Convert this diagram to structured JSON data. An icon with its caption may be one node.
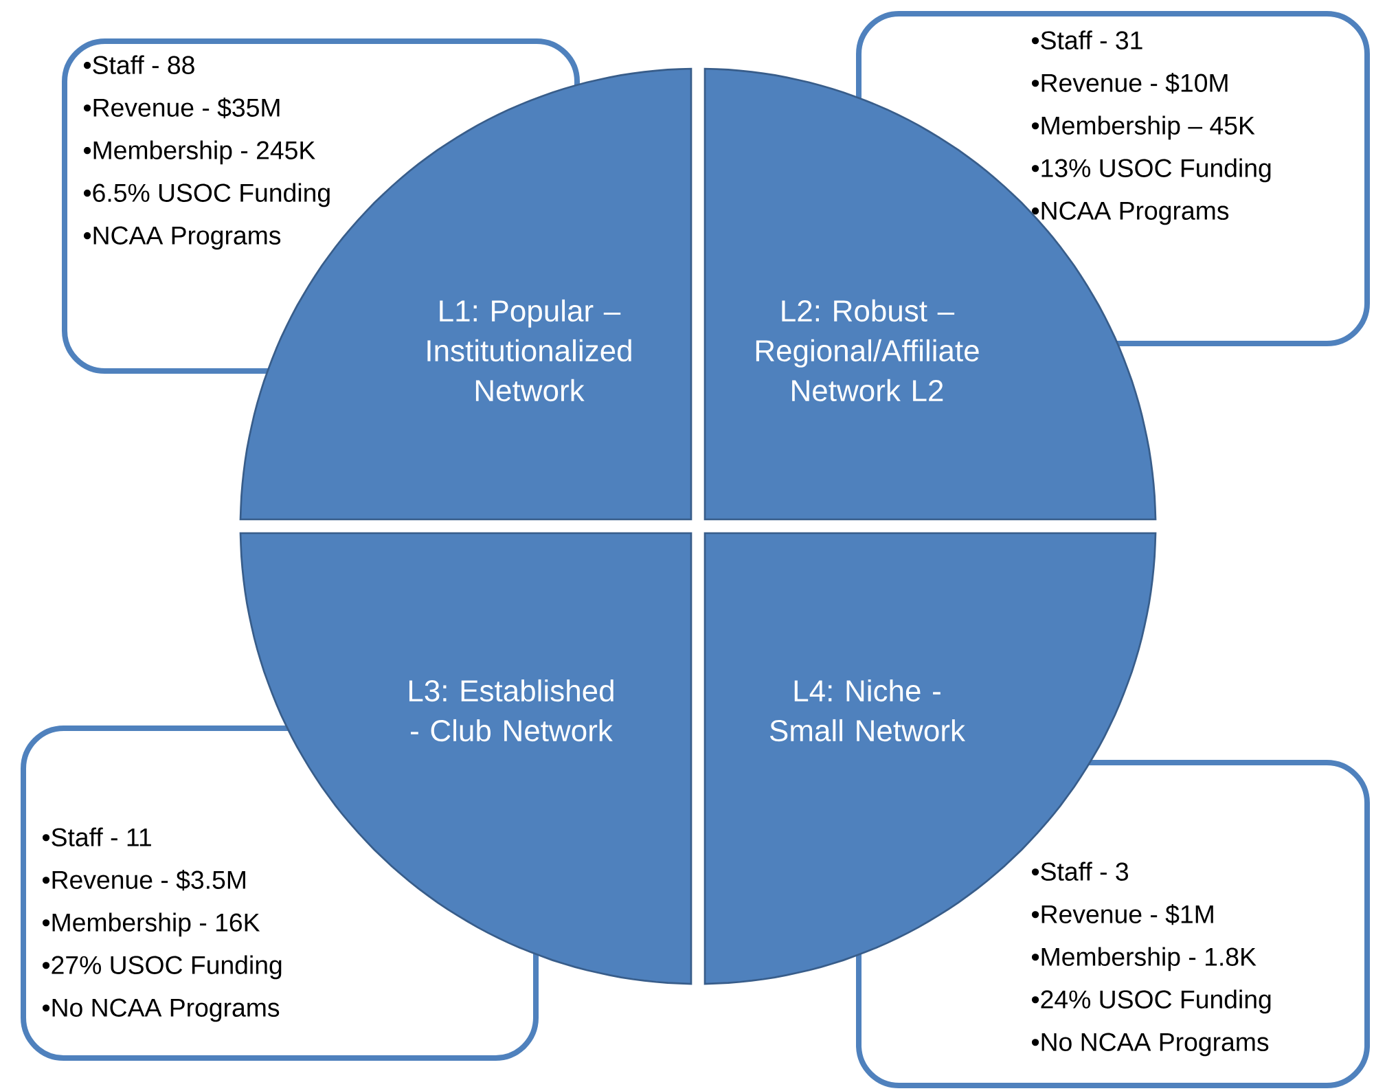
{
  "diagram": {
    "nodes": [
      {
        "text": [
          "•Staff - 88",
          "•Revenue - $35M",
          "•Membership - 245K",
          "•6.5% USOC Funding",
          "•NCAA Programs"
        ]
      },
      {
        "text": [
          "•Staff - 31",
          "•Revenue - $10M",
          "•Membership – 45K",
          "•13% USOC Funding",
          "•NCAA Programs"
        ]
      },
      {
        "text": [
          "L1: Popular – Institutionalized Network"
        ]
      },
      {
        "text": [
          "L2: Robust – Regional/Affiliate Network L2"
        ]
      },
      {
        "text": [
          "L3: Established - Club Network"
        ]
      },
      {
        "text": [
          "L4: Niche - Small Network"
        ]
      },
      {
        "text": [
          "•Staff - 11",
          "•Revenue - $3.5M",
          "•Membership - 16K",
          "•27% USOC Funding",
          "•No NCAA Programs"
        ]
      },
      {
        "text": [
          "•Staff - 3",
          "•Revenue - $1M",
          "•Membership - 1.8K",
          "•24% USOC Funding",
          "•No NCAA Programs"
        ]
      }
    ]
  }
}
